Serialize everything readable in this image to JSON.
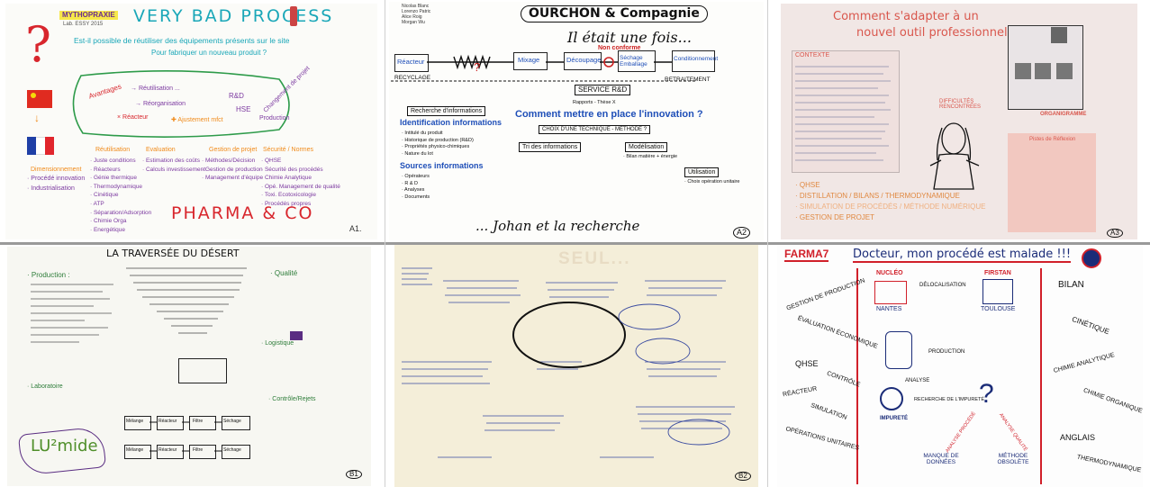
{
  "a1": {
    "logo": "MYTHOPRAXIE",
    "logo_sub": "Lab. ESSY 2015",
    "title": "VERY BAD PROCESS",
    "subtitle": "Est-il possible de réutiliser des équipements présents sur le site",
    "subtitle2": "Pour fabriquer un nouveau produit ?",
    "n_avantages": "Avantages",
    "n_1": "→ Réutilisation ...",
    "n_2": "→ Réorganisation",
    "n_rd": "R&D",
    "n_hse": "HSE",
    "n_change": "Changement de projet",
    "n_prod": "Production",
    "n_react": "× Réacteur",
    "n_ajust": "✚ Ajustement mfct",
    "col1_title": "Réutilisation",
    "col1_items": [
      "· Juste conditions",
      "· Réacteurs",
      "· Génie thermique",
      "· Thermodynamique",
      "· Cinétique",
      "· ATP",
      "· Séparation/Adsorption",
      "· Chimie Orga",
      "· Energétique"
    ],
    "col2_title": "Evaluation",
    "col2_items": [
      "· Estimation des coûts",
      "· Calculs investissement"
    ],
    "col3_title": "Gestion de projet",
    "col3_items": [
      "· Méthodes/Décision",
      "· Gestion de production",
      "· Management d'équipe"
    ],
    "col4_title": "Sécurité / Normes",
    "col4_items": [
      "· QHSE",
      "· Sécurité des procédés",
      "· Chimie Analytique",
      "· Opé. Management de qualité",
      "· Toxi. Ecotoxicologie",
      "· Procédés propres"
    ],
    "left_a": "Dimensionnement",
    "left_b": "· Procédé innovation",
    "left_c": "· Industrialisation",
    "footer": "PHARMA & CO",
    "corner": "A1."
  },
  "a2": {
    "names": [
      "Nicolas Blanc",
      "Lorenzo Patric",
      "Alice Roig",
      "Morgan Wu"
    ],
    "title": "OURCHON & Compagnie",
    "intro": "Il était une fois...",
    "chain": [
      "Réacteur",
      "Mixage",
      "Découpage",
      "Séchage Emballage",
      "Conditionnement"
    ],
    "conform": "Non conforme",
    "recyclage": "RECYCLAGE",
    "retraitement": "RETRAITEMENT",
    "service": "SERVICE R&D",
    "service_sub": "Rapports - Thèse X",
    "step1": "Recherche d'informations",
    "ident_title": "Identification informations",
    "ident_items": [
      "· Intitulé du produit",
      "· Historique de production (R&D)",
      "· Propriétés physico-chimiques",
      "· Nature du lot"
    ],
    "sources_title": "Sources informations",
    "sources_items": [
      "· Opérateurs",
      "· R & D",
      "· Analyses",
      "· Documents"
    ],
    "innov_q": "Comment mettre en place l'innovation ?",
    "choice": "CHOIX D'UNE TECHNIQUE - MÉTHODE ?",
    "tri": "Tri des informations",
    "modeling": "Modélisation",
    "modeling_sub": "· Bilan matière + énergie",
    "util": "Utilisation",
    "util_sub": "· Choix opération unitaire",
    "footer": "... Johan et la recherche",
    "corner": "A2"
  },
  "a3": {
    "title": "Comment s'adapter à un",
    "title2": "nouvel outil professionnel ?",
    "ctx": "CONTEXTE",
    "difficultes": "DIFFICULTÉS RENCONTRÉES",
    "organi": "ORGANIGRAMME",
    "pistes": "Pistes de Réflexion",
    "qhse": "· QHSE",
    "dist": "· DISTILLATION / BILANS / THERMODYNAMIQUE",
    "sim": "· SIMULATION DE PROCÉDÉS / MÉTHODE NUMÉRIQUE",
    "gestion": "· GESTION DE PROJET",
    "corner": "A3"
  },
  "b1": {
    "title": "LA TRAVERSÉE DU DÉSERT",
    "prod": "· Production :",
    "qual": "· Qualité",
    "logist": "· Logistique",
    "labo": "· Laboratoire",
    "contr": "· Contrôle/Rejets",
    "logo": "LU²mide",
    "corner": "B1",
    "flow": [
      "Mélange",
      "Réacteur",
      "Filtre",
      "Séchage"
    ],
    "flow2": [
      "Mélange",
      "Réacteur",
      "Filtre",
      "Séchage"
    ]
  },
  "b2": {
    "title": "SEUL...",
    "corner": "B2"
  },
  "b3": {
    "logo": "FARMA7",
    "title": "Docteur, mon procédé est malade !!!",
    "left": [
      "GESTION DE PRODUCTION",
      "ÉVALUATION ÉCONOMIQUE",
      "QHSE",
      "CONTRÔLE",
      "RÉACTEUR",
      "SIMULATION",
      "OPÉRATIONS UNITAIRES"
    ],
    "right": [
      "BILAN",
      "CINÉTIQUE",
      "CHIMIE ANALYTIQUE",
      "CHIMIE ORGANIQUE",
      "ANGLAIS",
      "THERMODYNAMIQUE"
    ],
    "nantes": "NANTES",
    "nucleo": "NUCLÉO",
    "delocal": "DÉLOCALISATION",
    "firstan": "FIRSTAN",
    "toulouse": "TOULOUSE",
    "production": "PRODUCTION",
    "analyse": "ANALYSE",
    "impurete": "IMPURETÉ",
    "recherche": "RECHERCHE DE L'IMPURETÉ",
    "manque": "MANQUE DE DONNÉES",
    "methode": "MÉTHODE OBSOLÈTE",
    "analyse_proc": "ANALYSE PROCÉDÉ",
    "analyse_qual": "ANALYSE QUALITÉ"
  },
  "colors": {
    "a1_title": "#1aa7b8",
    "a1_red": "#d8262d",
    "a1_green": "#2e9b4a",
    "a1_orange": "#f08a1a",
    "a1_purple": "#7c3aa0",
    "a2_ink": "#111111",
    "a2_blue": "#1f4fb8",
    "a2_red": "#cc2222",
    "a3_title": "#d9574d",
    "b3_red": "#d1202a",
    "b3_navy": "#1b2c78"
  }
}
